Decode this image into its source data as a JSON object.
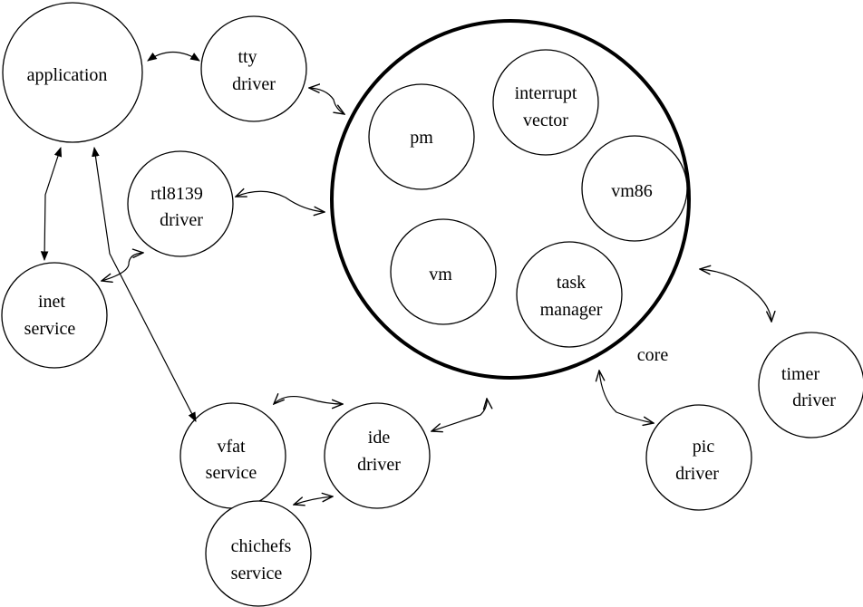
{
  "diagram": {
    "nodes": {
      "application": [
        "application"
      ],
      "tty": [
        "tty",
        "driver"
      ],
      "rtl8139": [
        "rtl8139",
        "driver"
      ],
      "inet": [
        "inet",
        "service"
      ],
      "vfat": [
        "vfat",
        "service"
      ],
      "ide": [
        "ide",
        "driver"
      ],
      "chichefs": [
        "chichefs",
        "service"
      ],
      "pic": [
        "pic",
        "driver"
      ],
      "timer": [
        "timer",
        "driver"
      ]
    },
    "core": {
      "label": "core",
      "components": {
        "pm": [
          "pm"
        ],
        "interrupt": [
          "interrupt",
          "vector"
        ],
        "vm86": [
          "vm86"
        ],
        "vm": [
          "vm"
        ],
        "task": [
          "task",
          "manager"
        ]
      }
    }
  }
}
